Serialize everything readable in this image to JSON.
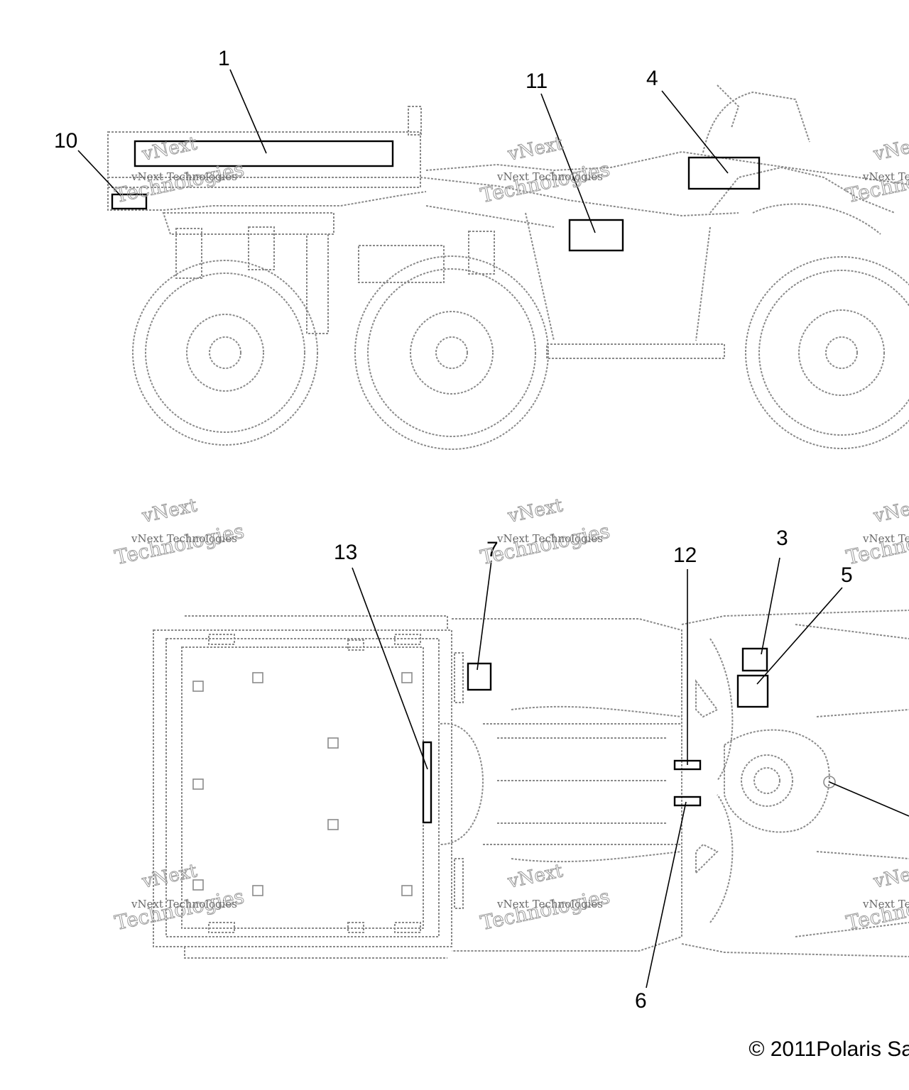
{
  "callouts": {
    "c1": "1",
    "c10": "10",
    "c11": "11",
    "c4": "4",
    "c13": "13",
    "c7": "7",
    "c12": "12",
    "c3": "3",
    "c5": "5",
    "c6": "6"
  },
  "watermark": {
    "line1": "vNext Technologies",
    "big1": "vNext",
    "big2": "Technologies"
  },
  "copyright": "© 2011Polaris Sa",
  "colors": {
    "drawing": "#8a8a8a",
    "decal_outline": "#000000",
    "background": "#ffffff"
  }
}
